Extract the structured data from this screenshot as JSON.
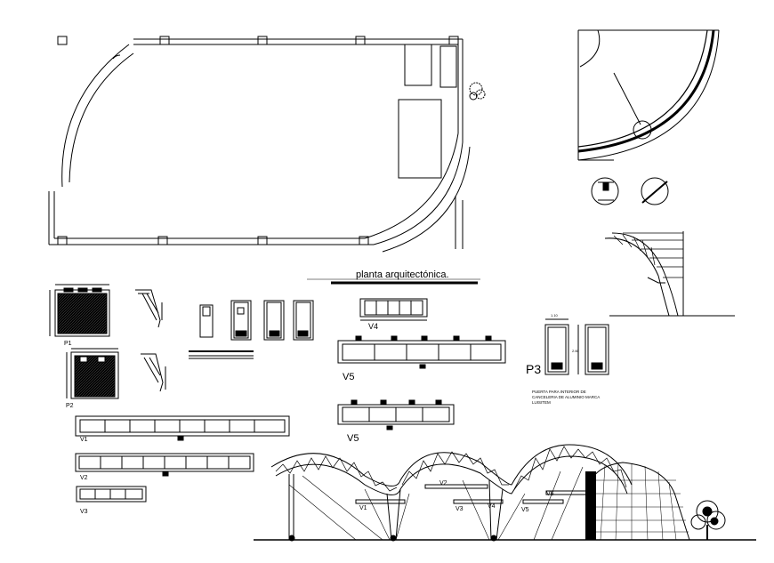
{
  "title": "planta arquitectónica.",
  "labels": {
    "p1": "P1",
    "p2": "P2",
    "p3": "P3",
    "v1": "V1",
    "v2": "V2",
    "v3": "V3",
    "v4": "V4",
    "v5_top": "V5",
    "v5_bottom": "V5",
    "dim_width": "1.10",
    "dim_height": "2.60",
    "note_line1": "PUERTA PARA INTERIOR DE",
    "note_line2": "CANCELERIA DE ALUMINIO MARCA",
    "note_line3": "LUISITEM",
    "elev_v1": "V1",
    "elev_v2": "V2",
    "elev_v3": "V3",
    "elev_v4": "V4",
    "elev_v5": "V5",
    "elev_v6": "V6"
  },
  "colors": {
    "line": "#000000",
    "paper": "#ffffff"
  }
}
